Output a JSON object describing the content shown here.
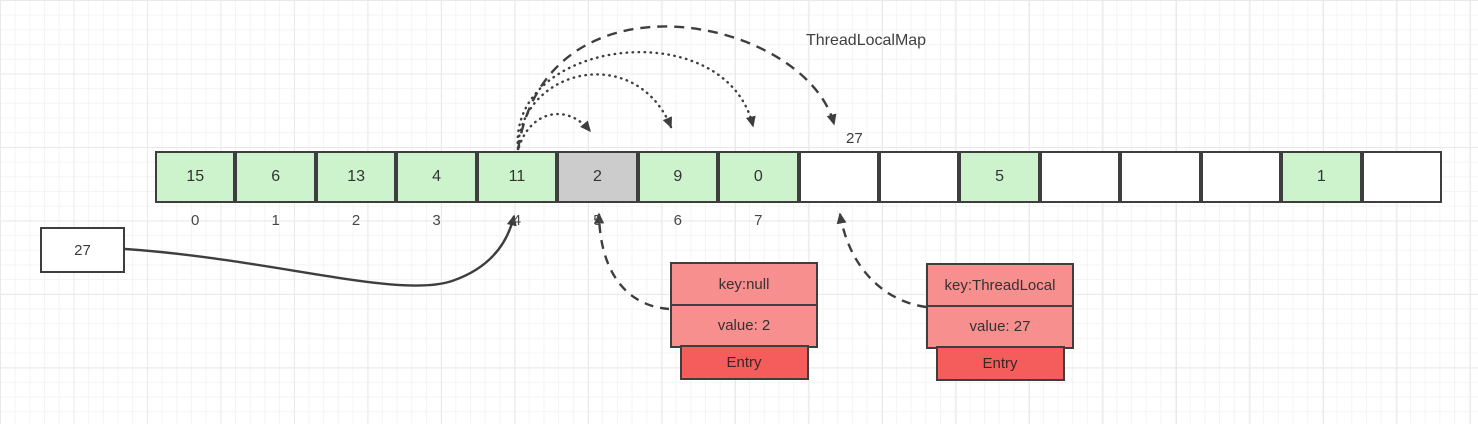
{
  "title": "ThreadLocalMap",
  "array": {
    "cells": [
      {
        "value": "15",
        "index": "0",
        "fill": "green"
      },
      {
        "value": "6",
        "index": "1",
        "fill": "green"
      },
      {
        "value": "13",
        "index": "2",
        "fill": "green"
      },
      {
        "value": "4",
        "index": "3",
        "fill": "green"
      },
      {
        "value": "11",
        "index": "4",
        "fill": "green"
      },
      {
        "value": "2",
        "index": "5",
        "fill": "gray"
      },
      {
        "value": "9",
        "index": "6",
        "fill": "green"
      },
      {
        "value": "0",
        "index": "7",
        "fill": "green"
      },
      {
        "value": "",
        "index": "",
        "fill": "white"
      },
      {
        "value": "",
        "index": "",
        "fill": "white"
      },
      {
        "value": "5",
        "index": "",
        "fill": "green"
      },
      {
        "value": "",
        "index": "",
        "fill": "white"
      },
      {
        "value": "",
        "index": "",
        "fill": "white"
      },
      {
        "value": "",
        "index": "",
        "fill": "white"
      },
      {
        "value": "1",
        "index": "",
        "fill": "green"
      },
      {
        "value": "",
        "index": "",
        "fill": "white"
      }
    ]
  },
  "source_box": {
    "value": "27"
  },
  "probe_arc_label": "27",
  "entries": [
    {
      "key": "key:null",
      "value": "value: 2",
      "label": "Entry"
    },
    {
      "key": "key:ThreadLocal",
      "value": "value: 27",
      "label": "Entry"
    }
  ],
  "links": [
    {
      "from": "index-4",
      "to": "index-5",
      "style": "dotted"
    },
    {
      "from": "index-4",
      "to": "index-6",
      "style": "dotted"
    },
    {
      "from": "index-4",
      "to": "index-7",
      "style": "dotted"
    },
    {
      "from": "index-4",
      "to": "index-8",
      "style": "dashed",
      "label": "27"
    },
    {
      "from": "source-box-27",
      "to": "index-4",
      "style": "solid"
    },
    {
      "from": "entry-key-null",
      "to": "index-5",
      "style": "dashed"
    },
    {
      "from": "entry-key-threadlocal",
      "to": "index-8",
      "style": "dashed"
    }
  ],
  "colors": {
    "cell_green": "#cdf3cd",
    "cell_gray": "#cccccc",
    "entry_light": "#f88f8f",
    "entry_dark": "#f55d5d",
    "stroke": "#3e3e3e"
  }
}
